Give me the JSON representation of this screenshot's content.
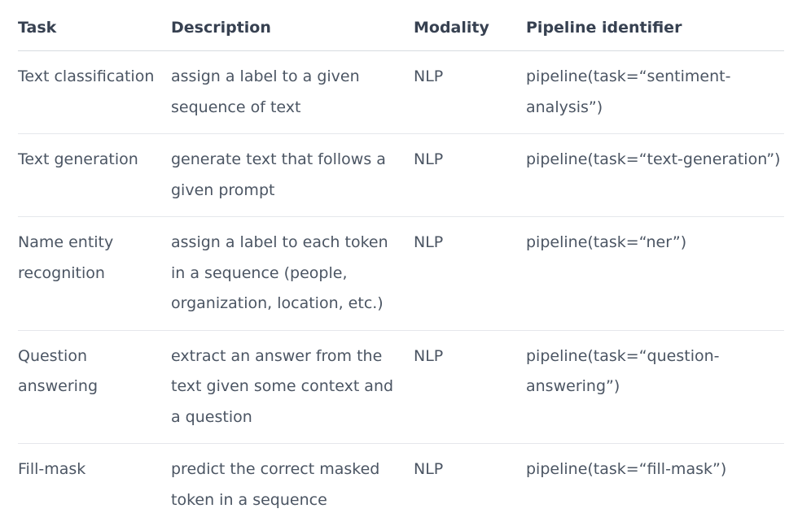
{
  "table": {
    "headers": [
      "Task",
      "Description",
      "Modality",
      "Pipeline identifier"
    ],
    "rows": [
      [
        "Text classification",
        "assign a label to a given sequence of text",
        "NLP",
        "pipeline(task=“sentiment-analysis”)"
      ],
      [
        "Text generation",
        "generate text that follows a given prompt",
        "NLP",
        "pipeline(task=“text-generation”)"
      ],
      [
        "Name entity recognition",
        "assign a label to each token in a sequence (people, organization, location, etc.)",
        "NLP",
        "pipeline(task=“ner”)"
      ],
      [
        "Question answering",
        "extract an answer from the text given some context and a question",
        "NLP",
        "pipeline(task=“question-answering”)"
      ],
      [
        "Fill-mask",
        "predict the correct masked token in a sequence",
        "NLP",
        "pipeline(task=“fill-mask”)"
      ]
    ]
  }
}
